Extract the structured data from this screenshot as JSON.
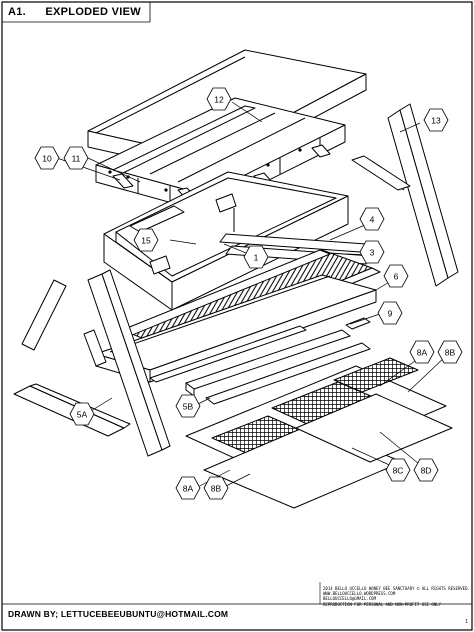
{
  "sheet": {
    "id": "A1.",
    "title": "EXPLODED VIEW",
    "credit": "DRAWN BY; LETTUCEBEEUBUNTU@HOTMAIL.COM",
    "notes": [
      "2014 BELLO UCCELLO HONEY BEE SANCTUARY  © ALL RIGHTS RESERVED.",
      "WWW.BELLOUCCELLO.WORDPRESS.COM",
      "bellouccello@gmail.com",
      "REPRODUCTION FOR PERSONAL AND NON-PROFIT USE ONLY"
    ],
    "page": "1"
  },
  "callouts": {
    "c1": "1",
    "c3": "3",
    "c4": "4",
    "c5a": "5A",
    "c5b": "5B",
    "c6": "6",
    "c8a_top": "8A",
    "c8b_top": "8B",
    "c8a_bot": "8A",
    "c8b_bot": "8B",
    "c8c": "8C",
    "c8d": "8D",
    "c9": "9",
    "c10": "10",
    "c11": "11",
    "c12": "12",
    "c13": "13",
    "c15": "15"
  }
}
